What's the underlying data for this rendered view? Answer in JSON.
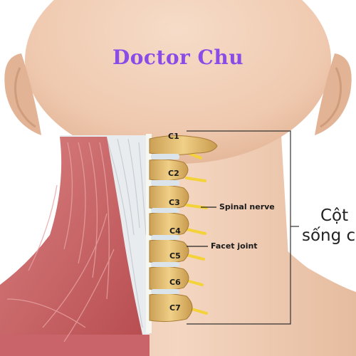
{
  "watermark": "Doctor Chu",
  "vertebrae": [
    "C1",
    "C2",
    "C3",
    "C4",
    "C5",
    "C6",
    "C7"
  ],
  "annotations": {
    "spinal_nerve": "Spinal nerve",
    "facet_joint": "Facet joint"
  },
  "side_caption": {
    "line1": "Cột",
    "line2": "sống c"
  }
}
